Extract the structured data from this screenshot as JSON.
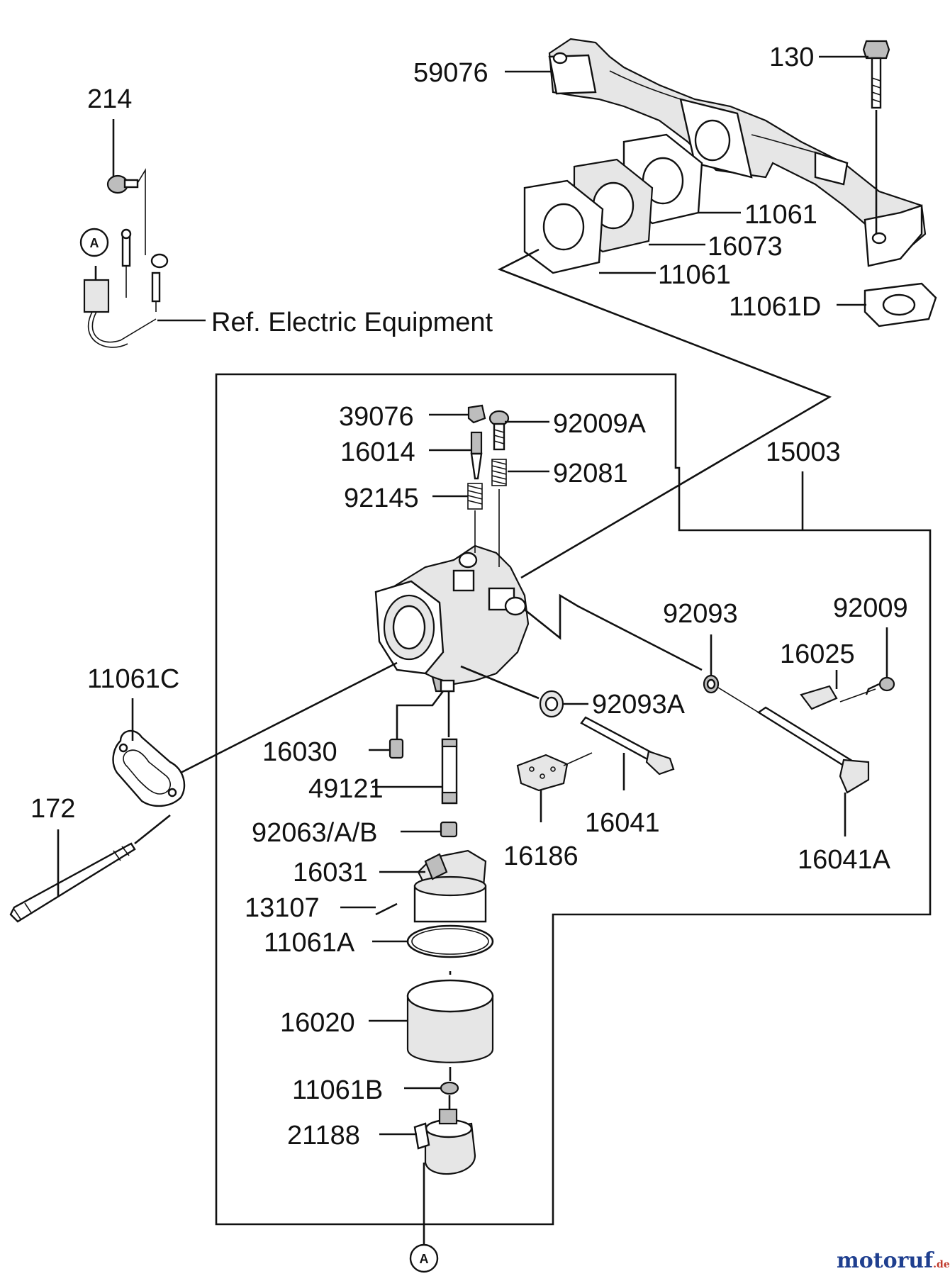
{
  "labels": {
    "p214": "214",
    "p59076": "59076",
    "p130": "130",
    "p11061_top": "11061",
    "p16073": "16073",
    "p11061_mid": "11061",
    "p11061D": "11061D",
    "ref_electric": "Ref. Electric Equipment",
    "p39076": "39076",
    "p92009A": "92009A",
    "p16014": "16014",
    "p92081": "92081",
    "p92145": "92145",
    "p15003": "15003",
    "p92093": "92093",
    "p92009": "92009",
    "p16025": "16025",
    "p11061C": "11061C",
    "p92093A": "92093A",
    "p16030": "16030",
    "p49121": "49121",
    "p172": "172",
    "p92063AB": "92063/A/B",
    "p16041": "16041",
    "p16186": "16186",
    "p16041A": "16041A",
    "p16031": "16031",
    "p13107": "13107",
    "p11061A": "11061A",
    "p16020": "16020",
    "p11061B": "11061B",
    "p21188": "21188"
  },
  "callouts": {
    "top": "A",
    "bottom": "A"
  },
  "watermark": {
    "part1": "motoruf",
    "part2": ".de",
    "color1": "#1f3f8f",
    "color2": "#c0392b"
  }
}
